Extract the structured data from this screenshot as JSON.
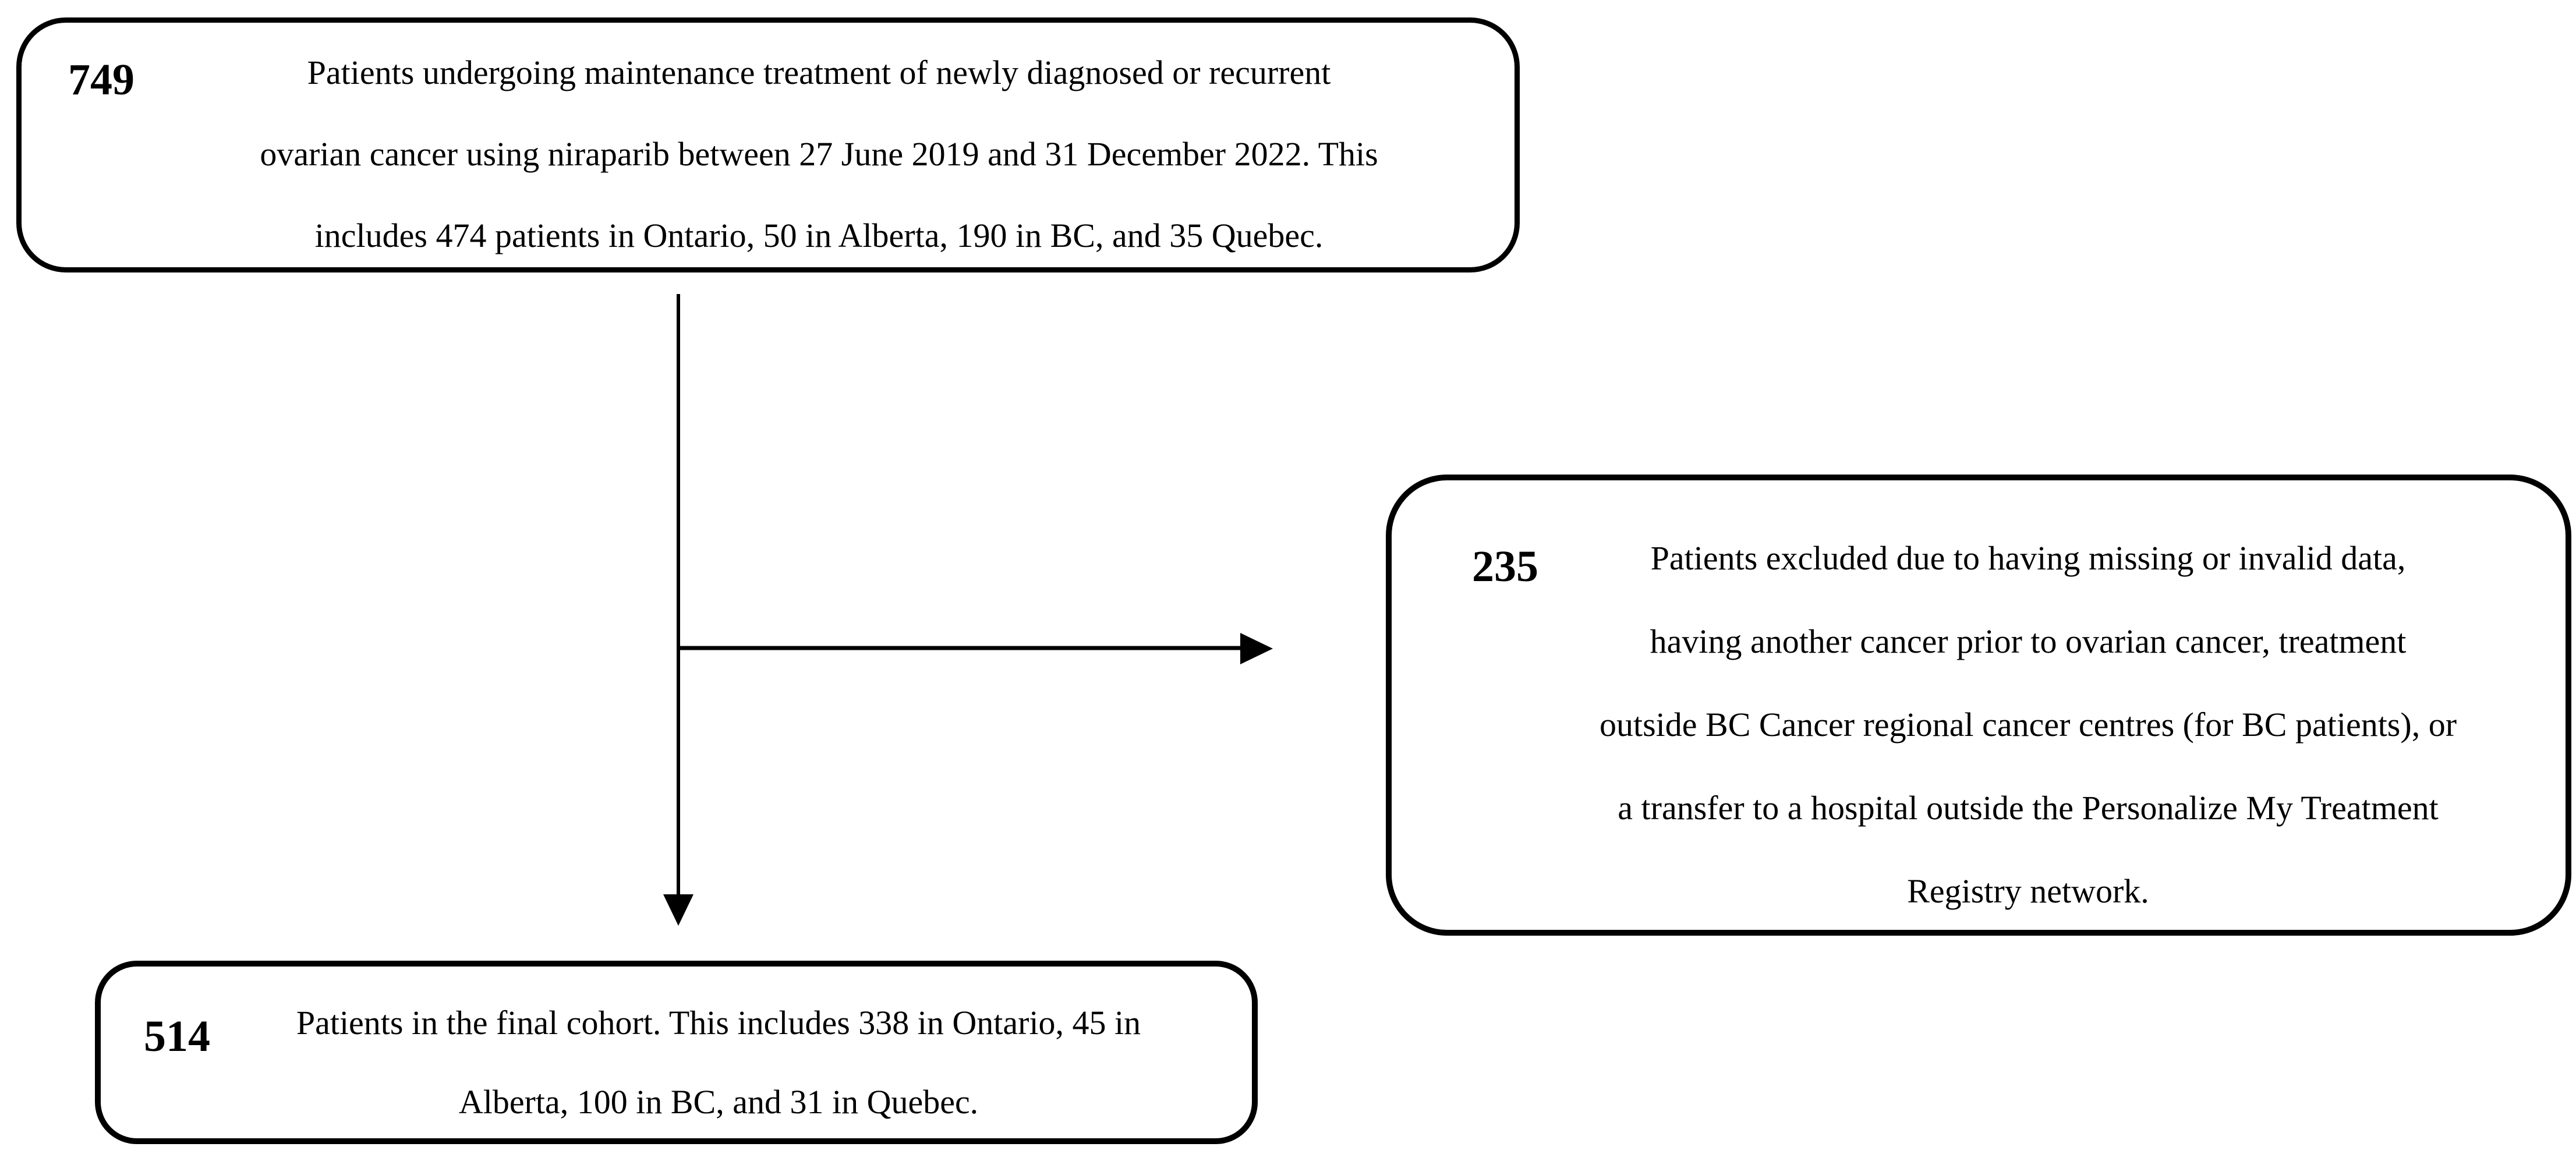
{
  "diagram": {
    "background_color": "#ffffff",
    "ink_color": "#000000",
    "boxes": {
      "initial": {
        "count": "749",
        "lines": [
          "Patients undergoing maintenance treatment of newly diagnosed or recurrent",
          "ovarian cancer using niraparib between 27 June 2019 and 31 December 2022. This",
          "includes 474 patients in Ontario, 50 in Alberta, 190 in BC, and 35 Quebec."
        ]
      },
      "excluded": {
        "count": "235",
        "lines": [
          "Patients excluded due to having missing or invalid data,",
          "having another cancer prior to ovarian cancer, treatment",
          "outside BC Cancer regional cancer centres (for BC patients), or",
          "a transfer to a hospital outside the Personalize My Treatment",
          "Registry network."
        ]
      },
      "final": {
        "count": "514",
        "lines": [
          "Patients in the final cohort. This includes 338 in Ontario, 45 in",
          "Alberta, 100 in BC, and 31 in Quebec."
        ]
      }
    }
  }
}
